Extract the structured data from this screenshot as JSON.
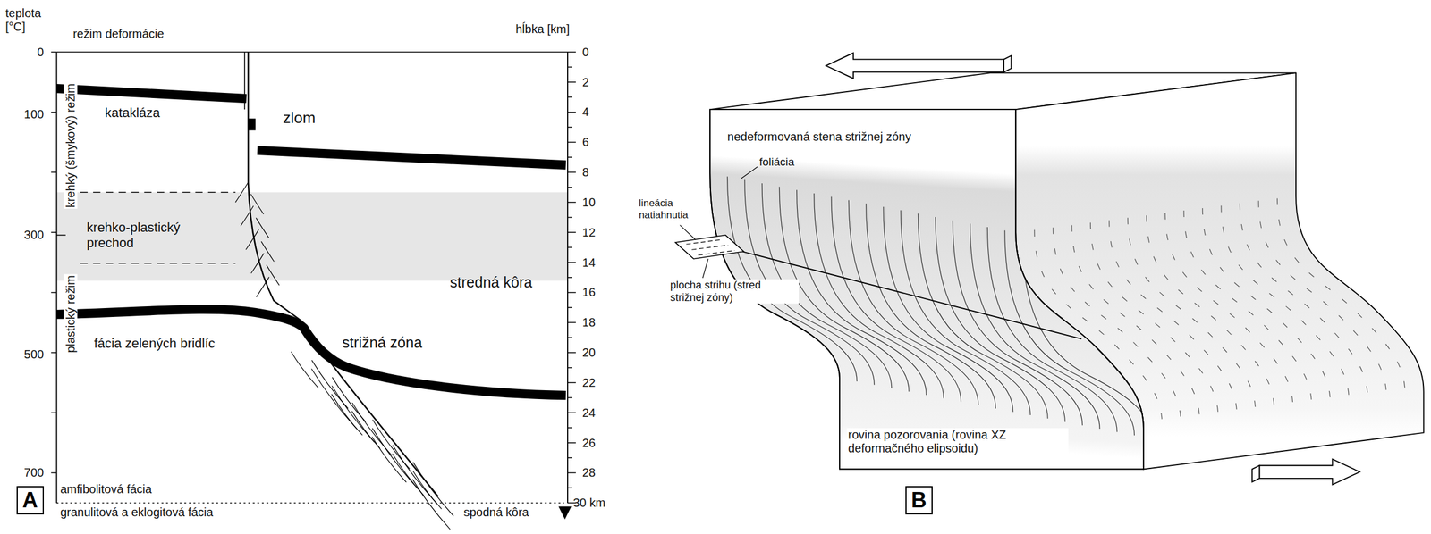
{
  "diagram": {
    "nodes": [
      {
        "text": [
          "A"
        ]
      },
      {
        "text": [
          "B"
        ]
      }
    ],
    "labels": [
      "teplota [°C]",
      "režim deformácie",
      "hĺbka [km]",
      "0",
      "100",
      "300",
      "500",
      "700",
      "0",
      "2",
      "4",
      "6",
      "8",
      "10",
      "12",
      "14",
      "16",
      "18",
      "20",
      "22",
      "24",
      "26",
      "28",
      "30 km",
      "krehký (šmykový) režim",
      "plastický režim",
      "katakláza",
      "zlom",
      "krehko-plastický prechod",
      "stredná kôra",
      "fácia zelených bridlíc",
      "strižná zóna",
      "amfibolitová fácia",
      "granulitová a eklogitová fácia",
      "spodná kôra",
      "nedeformovaná stena strižnej zóny",
      "foliácia",
      "lineácia natiahnutia",
      "plocha strihu (stred strižnej zóny)",
      "rovina pozorovania (rovina XZ deformačného elipsoidu)"
    ]
  }
}
